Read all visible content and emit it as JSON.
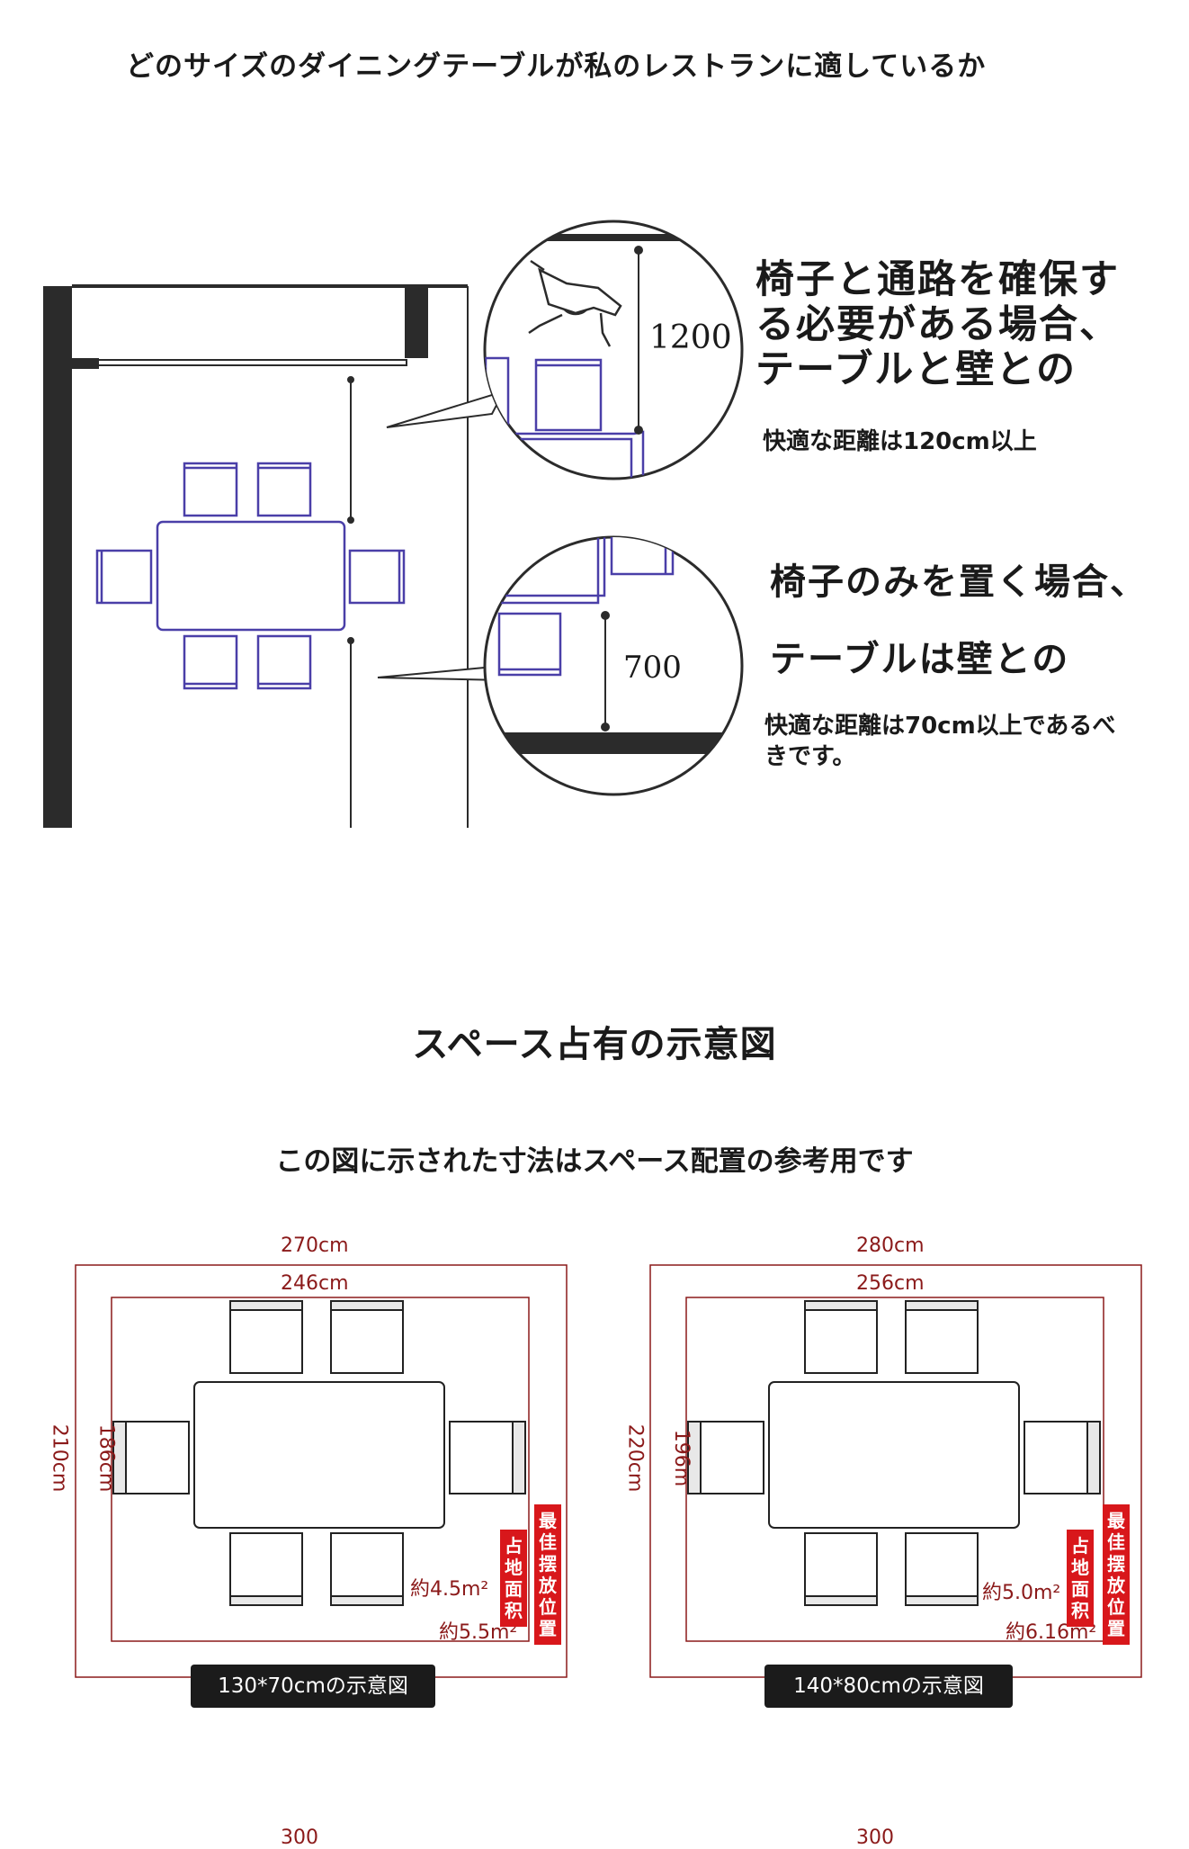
{
  "page_title": "どのサイズのダイニングテーブルが私のレストランに適しているか",
  "guide": {
    "aisle": {
      "dimension": "1200",
      "heading_lines": [
        "椅子と通路を確保す",
        "る必要がある場合、",
        "テーブルと壁との"
      ],
      "note": "快適な距離は120cm以上"
    },
    "chair_only": {
      "dimension": "700",
      "heading_line1": "椅子のみを置く場合、",
      "heading_line2": "テーブルは壁との",
      "note_lines": [
        "快適な距離は70cm以上であるべ",
        "きです。"
      ]
    }
  },
  "space_section": {
    "title": "スペース占有の示意図",
    "subtitle": "この図に示された寸法はスペース配置の参考用です",
    "diagrams": [
      {
        "outer_width": "270cm",
        "inner_width": "246cm",
        "outer_height": "210cm",
        "inner_height": "186cm",
        "inner_area": "約4.5m²",
        "outer_area": "約5.5m²",
        "tag_inner": "占地面积",
        "tag_outer": "最佳摆放位置",
        "caption": "130*70cmの示意図"
      },
      {
        "outer_width": "280cm",
        "inner_width": "256cm",
        "outer_height": "220cm",
        "inner_height": "196m",
        "inner_area": "約5.0m²",
        "outer_area": "約6.16m²",
        "tag_inner": "占地面积",
        "tag_outer": "最佳摆放位置",
        "caption": "140*80cmの示意図"
      }
    ],
    "partial_labels": [
      "300",
      "300"
    ]
  },
  "colors": {
    "chair_outline": "#4a3fa8",
    "wall": "#2b2b2b",
    "dimension_red": "#8b1a1a",
    "tag_red": "#d8171b"
  }
}
